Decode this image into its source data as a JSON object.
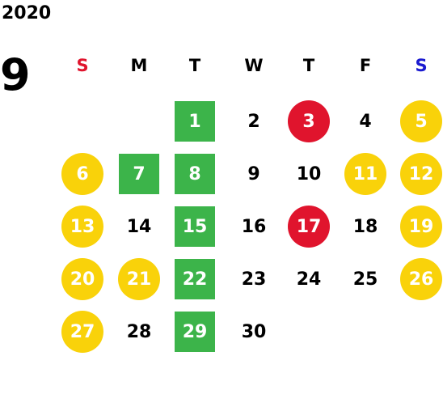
{
  "year": "2020",
  "month": "9",
  "weekdays": [
    {
      "label": "S",
      "color": "#e0142d"
    },
    {
      "label": "M",
      "color": "#000000"
    },
    {
      "label": "T",
      "color": "#000000"
    },
    {
      "label": "W",
      "color": "#000000"
    },
    {
      "label": "T",
      "color": "#000000"
    },
    {
      "label": "F",
      "color": "#000000"
    },
    {
      "label": "S",
      "color": "#1a1ad0"
    }
  ],
  "colors": {
    "green": "#3cb44a",
    "red": "#e0142d",
    "yellow": "#f9d20a"
  },
  "weeks": [
    [
      null,
      null,
      {
        "d": "1",
        "s": "green"
      },
      {
        "d": "2",
        "s": "plain"
      },
      {
        "d": "3",
        "s": "red"
      },
      {
        "d": "4",
        "s": "plain"
      },
      {
        "d": "5",
        "s": "yellow"
      }
    ],
    [
      {
        "d": "6",
        "s": "yellow"
      },
      {
        "d": "7",
        "s": "green"
      },
      {
        "d": "8",
        "s": "green"
      },
      {
        "d": "9",
        "s": "plain"
      },
      {
        "d": "10",
        "s": "plain"
      },
      {
        "d": "11",
        "s": "yellow"
      },
      {
        "d": "12",
        "s": "yellow"
      }
    ],
    [
      {
        "d": "13",
        "s": "yellow"
      },
      {
        "d": "14",
        "s": "plain"
      },
      {
        "d": "15",
        "s": "green"
      },
      {
        "d": "16",
        "s": "plain"
      },
      {
        "d": "17",
        "s": "red"
      },
      {
        "d": "18",
        "s": "plain"
      },
      {
        "d": "19",
        "s": "yellow"
      }
    ],
    [
      {
        "d": "20",
        "s": "yellow"
      },
      {
        "d": "21",
        "s": "yellow"
      },
      {
        "d": "22",
        "s": "green"
      },
      {
        "d": "23",
        "s": "plain"
      },
      {
        "d": "24",
        "s": "plain"
      },
      {
        "d": "25",
        "s": "plain"
      },
      {
        "d": "26",
        "s": "yellow"
      }
    ],
    [
      {
        "d": "27",
        "s": "yellow"
      },
      {
        "d": "28",
        "s": "plain"
      },
      {
        "d": "29",
        "s": "green"
      },
      {
        "d": "30",
        "s": "plain"
      },
      null,
      null,
      null
    ]
  ]
}
